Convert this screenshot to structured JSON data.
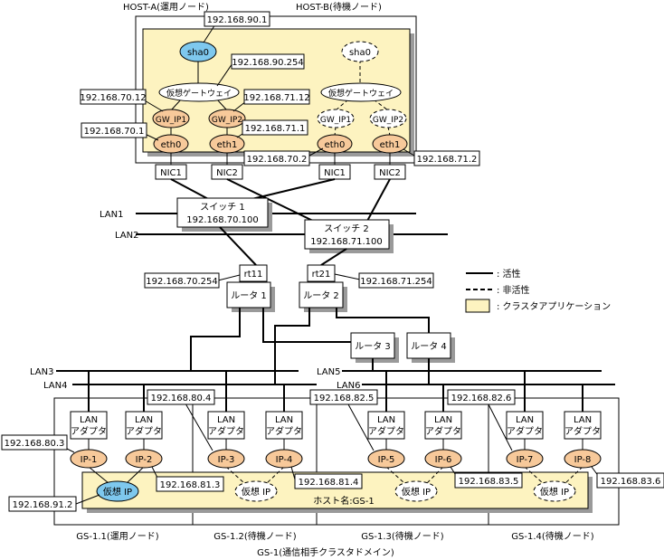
{
  "hosts": {
    "host_a": "HOST-A(運用ノード)",
    "host_b": "HOST-B(待機ノード)"
  },
  "cluster": {
    "sha0_a": "sha0",
    "sha0_b": "sha0",
    "vgw_a": "仮想ゲートウェイ",
    "vgw_b": "仮想ゲートウェイ",
    "gw_ip1_a": "GW_IP1",
    "gw_ip2_a": "GW_IP2",
    "gw_ip1_b": "GW_IP1",
    "gw_ip2_b": "GW_IP2"
  },
  "interfaces": {
    "eth0_a": "eth0",
    "eth1_a": "eth1",
    "eth0_b": "eth0",
    "eth1_b": "eth1"
  },
  "nics": {
    "a1": "NIC1",
    "a2": "NIC2",
    "b1": "NIC1",
    "b2": "NIC2"
  },
  "addresses": {
    "sha0": "192.168.90.1",
    "vgw": "192.168.90.254",
    "gw_ip1": "192.168.70.12",
    "gw_ip2": "192.168.71.12",
    "eth0_a": "192.168.70.1",
    "eth1_a": "192.168.71.1",
    "eth0_b": "192.168.70.2",
    "eth1_b": "192.168.71.2",
    "switch1": "192.168.70.100",
    "switch2": "192.168.71.100",
    "rt11": "192.168.70.254",
    "rt21": "192.168.71.254",
    "ip1": "192.168.80.3",
    "ip2": "192.168.81.3",
    "ip3": "192.168.80.4",
    "ip4": "192.168.81.4",
    "ip5": "192.168.82.5",
    "ip6": "192.168.83.5",
    "ip7": "192.168.82.6",
    "ip8": "192.168.83.6",
    "vip_gs": "192.168.91.2"
  },
  "lans": {
    "lan1": "LAN1",
    "lan2": "LAN2",
    "lan3": "LAN3",
    "lan4": "LAN4",
    "lan5": "LAN5",
    "lan6": "LAN6"
  },
  "switches": {
    "s1": "スイッチ 1",
    "s2": "スイッチ 2"
  },
  "routers": {
    "rt11": "rt11",
    "rt21": "rt21",
    "r1": "ルータ 1",
    "r2": "ルータ 2",
    "r3": "ルータ 3",
    "r4": "ルータ 4"
  },
  "adapter": {
    "line1": "LAN",
    "line2": "アダプタ"
  },
  "ips": {
    "ip1": "IP-1",
    "ip2": "IP-2",
    "ip3": "IP-3",
    "ip4": "IP-4",
    "ip5": "IP-5",
    "ip6": "IP-6",
    "ip7": "IP-7",
    "ip8": "IP-8"
  },
  "virtual_ip": "仮想 IP",
  "hostname": "ホスト名:GS-1",
  "legend": {
    "active": ": 活性",
    "inactive": ": 非活性",
    "cluster_app": ": クラスタアプリケーション"
  },
  "gs_nodes": {
    "n1": "GS-1.1(運用ノード)",
    "n2": "GS-1.2(待機ノード)",
    "n3": "GS-1.3(待機ノード)",
    "n4": "GS-1.4(待機ノード)"
  },
  "domain_label": "GS-1(通信相手クラスタドメイン)",
  "colors": {
    "active_ip": "#f7c99a",
    "virtual_ip": "#7ec8ee",
    "cluster_app": "#fdf3c0"
  }
}
